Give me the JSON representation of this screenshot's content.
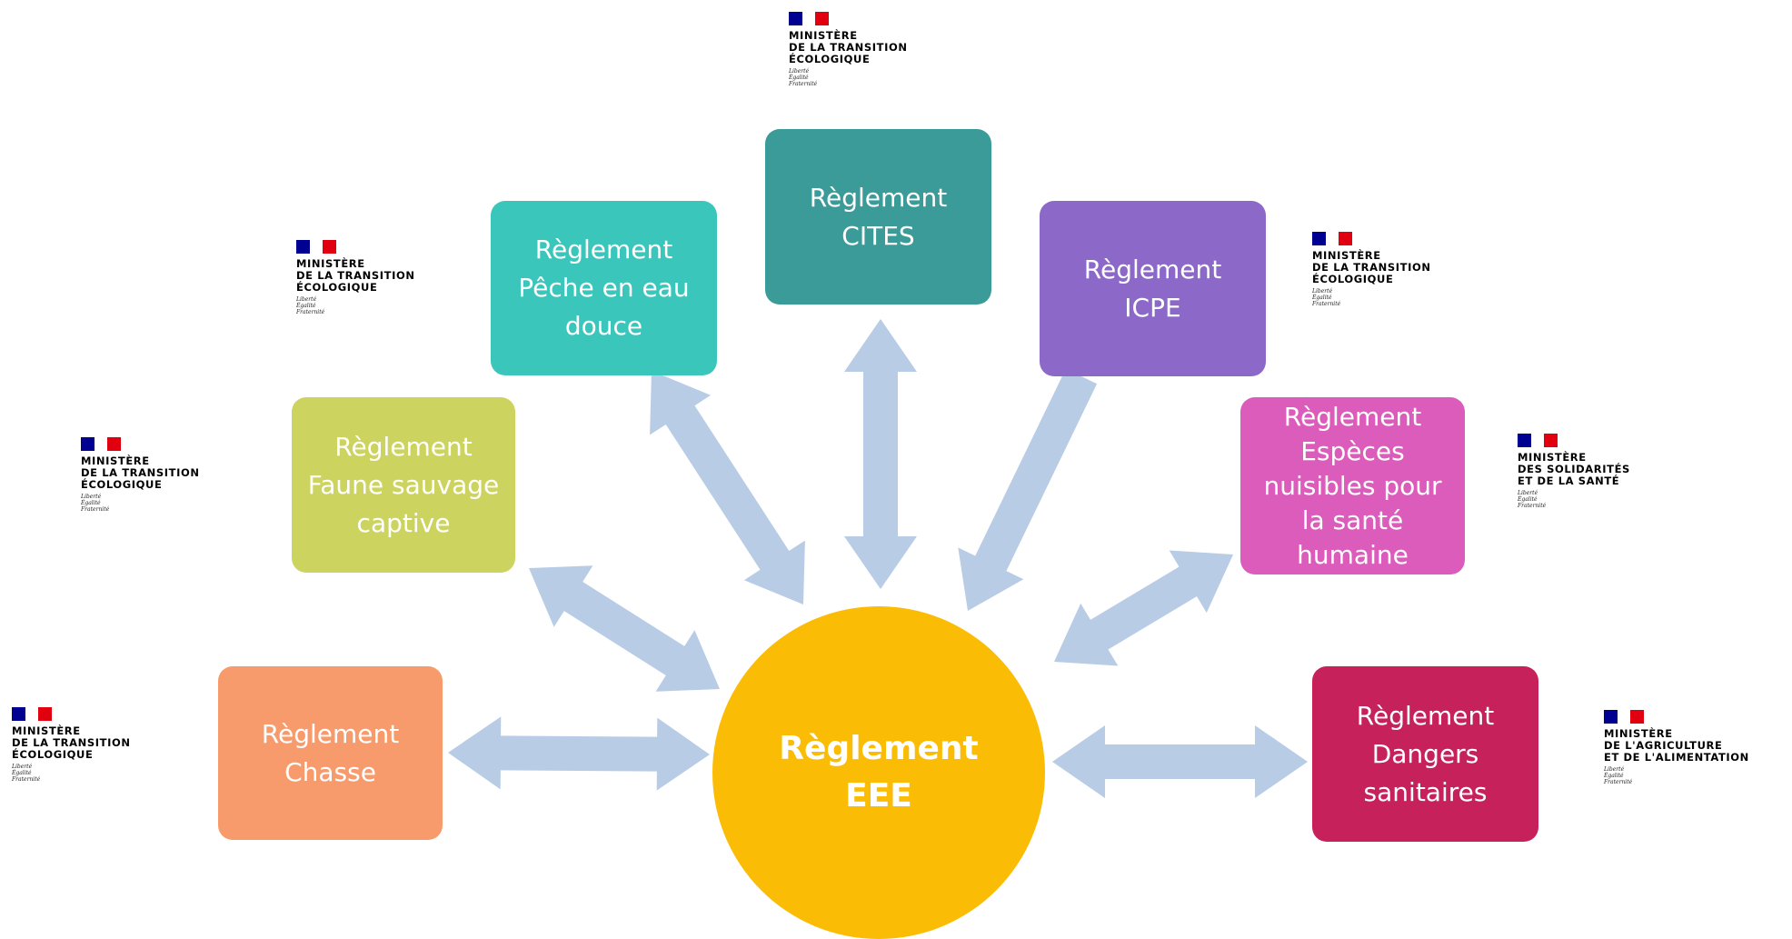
{
  "center": {
    "label": "Règlement\nEEE",
    "color": "#fbbc05"
  },
  "boxes": [
    {
      "id": "chasse",
      "label": "Règlement\nChasse",
      "color": "#f89b6c"
    },
    {
      "id": "faune",
      "label": "Règlement\nFaune sauvage\ncaptive",
      "color": "#cdd35f"
    },
    {
      "id": "peche",
      "label": "Règlement\nPêche en eau\ndouce",
      "color": "#3bc6bb"
    },
    {
      "id": "cites",
      "label": "Règlement\nCITES",
      "color": "#3b9b98"
    },
    {
      "id": "icpe",
      "label": "Règlement\nICPE",
      "color": "#8c68c9"
    },
    {
      "id": "especes",
      "label": "Règlement\nEspèces\nnuisibles pour\nla santé\nhumaine",
      "color": "#db5cba"
    },
    {
      "id": "dangers",
      "label": "Règlement\nDangers\nsanitaires",
      "color": "#c6215a"
    }
  ],
  "logos": [
    {
      "id": "ministere-transition-1",
      "ministry": "MINISTÈRE\nDE LA TRANSITION\nÉCOLOGIQUE",
      "motto": "Liberté\nÉgalité\nFraternité"
    },
    {
      "id": "ministere-transition-2",
      "ministry": "MINISTÈRE\nDE LA TRANSITION\nÉCOLOGIQUE",
      "motto": "Liberté\nÉgalité\nFraternité"
    },
    {
      "id": "ministere-transition-3",
      "ministry": "MINISTÈRE\nDE LA TRANSITION\nÉCOLOGIQUE",
      "motto": "Liberté\nÉgalité\nFraternité"
    },
    {
      "id": "ministere-transition-4",
      "ministry": "MINISTÈRE\nDE LA TRANSITION\nÉCOLOGIQUE",
      "motto": "Liberté\nÉgalité\nFraternité"
    },
    {
      "id": "ministere-transition-5",
      "ministry": "MINISTÈRE\nDE LA TRANSITION\nÉCOLOGIQUE",
      "motto": "Liberté\nÉgalité\nFraternité"
    },
    {
      "id": "ministere-solidarites",
      "ministry": "MINISTÈRE\nDES SOLIDARITÉS\nET DE LA SANTÉ",
      "motto": "Liberté\nÉgalité\nFraternité"
    },
    {
      "id": "ministere-agriculture",
      "ministry": "MINISTÈRE\nDE L'AGRICULTURE\nET DE L'ALIMENTATION",
      "motto": "Liberté\nÉgalité\nFraternité"
    }
  ],
  "colors": {
    "arrow": "#b8cce6",
    "flag_blue": "#000091",
    "flag_white": "#ffffff",
    "flag_red": "#e1000f"
  },
  "connections": [
    {
      "from": "chasse",
      "to": "center",
      "direction": "both"
    },
    {
      "from": "faune",
      "to": "center",
      "direction": "both"
    },
    {
      "from": "peche",
      "to": "center",
      "direction": "both"
    },
    {
      "from": "cites",
      "to": "center",
      "direction": "both"
    },
    {
      "from": "icpe",
      "to": "center",
      "direction": "to-center"
    },
    {
      "from": "especes",
      "to": "center",
      "direction": "both"
    },
    {
      "from": "dangers",
      "to": "center",
      "direction": "both"
    }
  ]
}
